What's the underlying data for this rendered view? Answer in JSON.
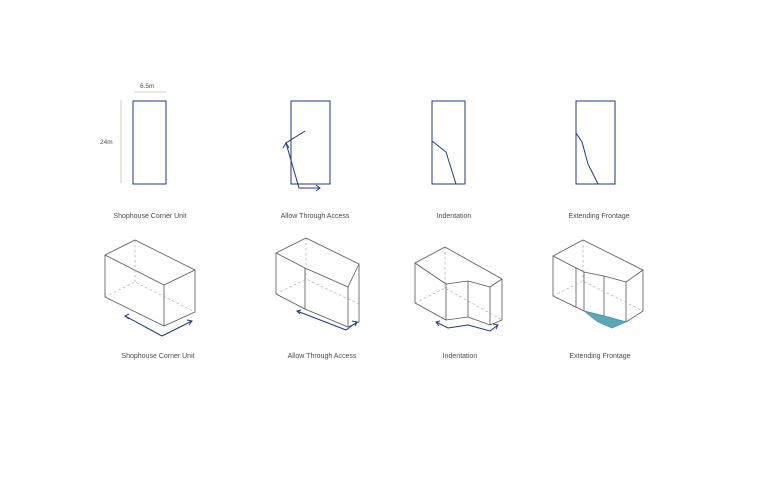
{
  "dimensions": {
    "width_label": "6.5m",
    "height_label": "24m"
  },
  "plans": [
    {
      "label": "Shophouse Corner Unit"
    },
    {
      "label": "Allow Through Access"
    },
    {
      "label": "Indentation"
    },
    {
      "label": "Extending Frontage"
    }
  ],
  "axonometrics": [
    {
      "label": "Shophouse Corner Unit"
    },
    {
      "label": "Allow Through Access"
    },
    {
      "label": "Indentation"
    },
    {
      "label": "Extending Frontage"
    }
  ],
  "colors": {
    "outline": "#1f3a78",
    "edge": "#555555",
    "highlight": "#5aa9b8"
  }
}
